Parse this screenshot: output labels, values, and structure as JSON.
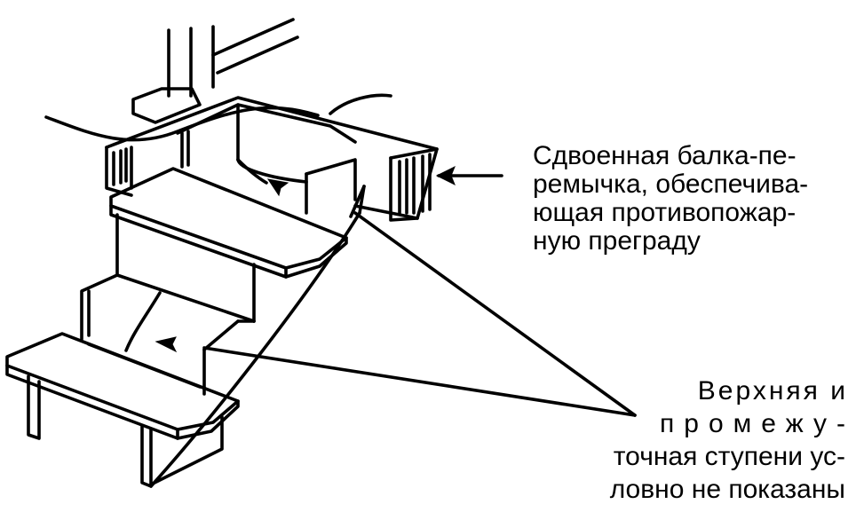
{
  "labels": {
    "beam_callout": [
      "Сдвоенная балка-пе-",
      "ремычка, обеспечива-",
      "ющая противопожар-",
      "ную преграду"
    ],
    "steps_callout": [
      "Верхняя  и",
      "промежу-",
      "точная ступени ус-",
      "ловно не показаны"
    ]
  },
  "colors": {
    "ink": "#000000",
    "background": "#ffffff"
  }
}
